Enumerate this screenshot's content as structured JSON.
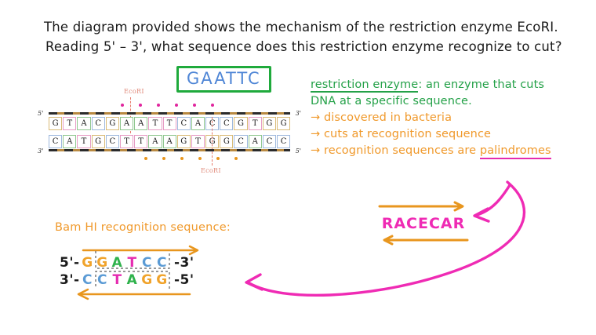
{
  "question": {
    "line1": "The diagram provided shows the mechanism of the restriction enzyme EcoRI.",
    "line2": "Reading 5' – 3', what sequence does this restriction enzyme recognize to cut?"
  },
  "answer": {
    "text": "GAATTC",
    "border_color": "#1faa3c",
    "text_color": "#4f86d6"
  },
  "diagram": {
    "enzyme_label_top": "EcoRI",
    "enzyme_label_bottom": "EcoRI",
    "top_strand": [
      "G",
      "T",
      "A",
      "C",
      "G",
      "A",
      "A",
      "T",
      "T",
      "C",
      "A",
      "C",
      "C",
      "G",
      "T",
      "G",
      "G"
    ],
    "bottom_strand": [
      "C",
      "A",
      "T",
      "G",
      "C",
      "T",
      "T",
      "A",
      "A",
      "G",
      "T",
      "G",
      "G",
      "C",
      "A",
      "C",
      "C"
    ],
    "top_left_end": "5'",
    "top_right_end": "3'",
    "bottom_left_end": "3'",
    "bottom_right_end": "5'",
    "top_dot_color": "#e0269e",
    "bottom_dot_color": "#e8961e",
    "cut_line_color": "#e87a6a",
    "top_dot_count": 6,
    "bottom_dot_count": 6,
    "base_colors": {
      "A": "#8fc78f",
      "T": "#e79cc5",
      "G": "#d9bb77",
      "C": "#9db8dd"
    }
  },
  "notes": {
    "term": "restriction enzyme",
    "definition_rest": ": an enzyme that cuts",
    "definition_line2": "DNA at a specific sequence.",
    "bullets": [
      "discovered in bacteria",
      "cuts at  recognition sequence",
      "recognition sequences are "
    ],
    "bullet3_underlined": "palindromes",
    "green_color": "#24a148",
    "orange_color": "#f0992b",
    "magenta_color": "#e52bb0"
  },
  "racecar": {
    "word": "RACECAR",
    "text_color": "#ef2bb4",
    "arrow_color": "#e8961e"
  },
  "bamhi": {
    "title": "Bam HI recognition sequence:",
    "top_left_end": "5'-",
    "top_right_end": "-3'",
    "bottom_left_end": "3'-",
    "bottom_right_end": "-5'",
    "top_strand": [
      "G",
      "G",
      "A",
      "T",
      "C",
      "C"
    ],
    "bottom_strand": [
      "C",
      "C",
      "T",
      "A",
      "G",
      "G"
    ],
    "arrow_color": "#e8961e",
    "base_colors": {
      "G": "#f0a32b",
      "A": "#2fb24c",
      "T": "#e52bb0",
      "C": "#5b9bd5"
    }
  },
  "annotation_arrow": {
    "color": "#ef2bb4"
  }
}
